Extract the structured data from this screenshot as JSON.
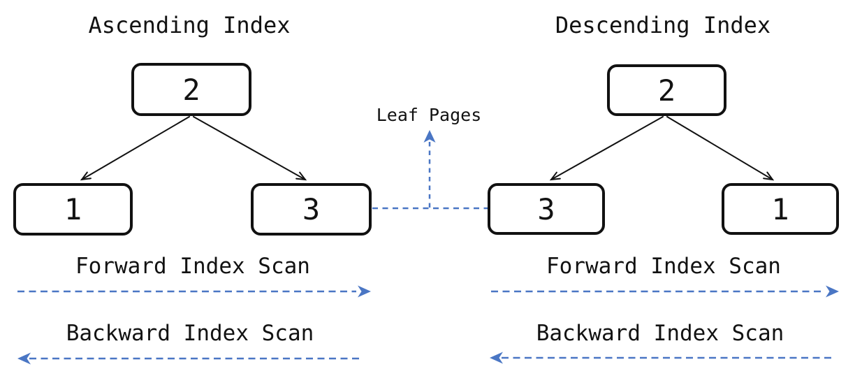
{
  "diagram": {
    "leaf_pages_label": "Leaf Pages",
    "trees": [
      {
        "title": "Ascending Index",
        "root_value": "2",
        "left_leaf_value": "1",
        "right_leaf_value": "3",
        "forward_scan_label": "Forward Index Scan",
        "backward_scan_label": "Backward Index Scan"
      },
      {
        "title": "Descending Index",
        "root_value": "2",
        "left_leaf_value": "3",
        "right_leaf_value": "1",
        "forward_scan_label": "Forward Index Scan",
        "backward_scan_label": "Backward Index Scan"
      }
    ],
    "colors": {
      "background": "#ffffff",
      "node_stroke": "#111111",
      "text": "#121212",
      "scan_arrow_blue": "#4a76c4"
    }
  }
}
